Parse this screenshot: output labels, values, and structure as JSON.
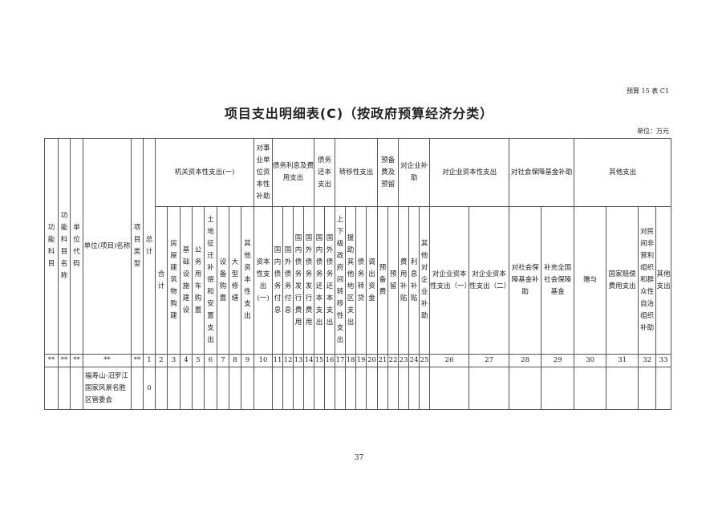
{
  "form_code": "预算 15 表 C1",
  "title": "项目支出明细表(C)（按政府预算经济分类）",
  "unit": "单位：万元",
  "page_number": "37",
  "table": {
    "left_headers": [
      "功能科目",
      "功能科目名称",
      "单位代码",
      "单位(项目)名称",
      "项目类型",
      "总计"
    ],
    "groups": [
      {
        "label": "机关资本性支出(一)",
        "cols": [
          "合计",
          "房屋建筑物购建",
          "基础设施建设",
          "公务用车购置",
          "土地征迁补偿和安置支出",
          "设备购置",
          "大型修缮",
          "其他资本性支出"
        ]
      },
      {
        "label": "对事业单位资本性补助",
        "cols": [
          "资本性支出(一)"
        ]
      },
      {
        "label": "债务利息及费用支出",
        "cols": [
          "国内债务付息",
          "国外债务付息",
          "国内债务发行费用",
          "国外债务发行费用"
        ]
      },
      {
        "label": "债务还本支出",
        "cols": [
          "国内债务还本支出",
          "国外债务还本支出"
        ]
      },
      {
        "label": "转移性支出",
        "cols": [
          "上下级政府间转移性支出",
          "援助其他地区支出",
          "债务转贷",
          "调出资金"
        ]
      },
      {
        "label": "预备费及预留",
        "cols": [
          "预备费",
          "预留"
        ]
      },
      {
        "label": "对企业补助",
        "cols": [
          "费用补贴",
          "利息补贴",
          "其他对企业补助"
        ]
      },
      {
        "label": "对企业资本性支出",
        "cols": [
          "对企业资本性支出（一）",
          "对企业资本性支出（二）"
        ]
      },
      {
        "label": "对社会保障基金补助",
        "cols": [
          "对社会保障基金补助",
          "补充全国社会保障基金"
        ]
      },
      {
        "label": "其他支出",
        "cols": [
          "赠与",
          "国家赔偿费用支出",
          "对民间非营利组织和群众性自治组织补助",
          "其他支出"
        ]
      }
    ],
    "codes": [
      "**",
      "**",
      "**",
      "**",
      "**",
      "1",
      "2",
      "3",
      "4",
      "5",
      "6",
      "7",
      "8",
      "9",
      "10",
      "11",
      "12",
      "13",
      "14",
      "15",
      "16",
      "17",
      "18",
      "19",
      "20",
      "21",
      "22",
      "23",
      "24",
      "25",
      "26",
      "27",
      "28",
      "29",
      "30",
      "31",
      "32",
      "33"
    ],
    "rows": [
      [
        "",
        "",
        "",
        "福寿山-汨罗江国家风景名胜区管委会",
        "",
        "0",
        "",
        "",
        "",
        "",
        "",
        "",
        "",
        "",
        "",
        "",
        "",
        "",
        "",
        "",
        "",
        "",
        "",
        "",
        "",
        "",
        "",
        "",
        "",
        "",
        "",
        "",
        "",
        "",
        "",
        "",
        "",
        ""
      ]
    ]
  }
}
